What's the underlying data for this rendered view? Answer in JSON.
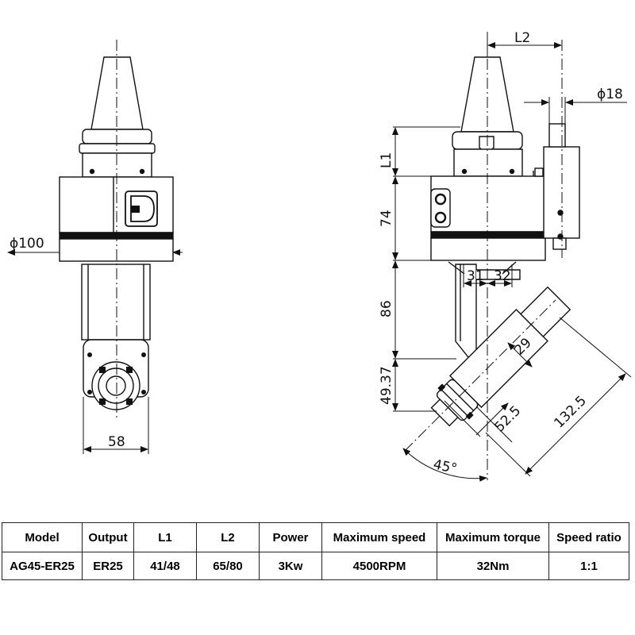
{
  "drawing": {
    "front_view": {
      "dims": {
        "diameter": "ϕ100",
        "width": "58"
      }
    },
    "side_view": {
      "dims": {
        "l2": "L2",
        "shank_diameter": "ϕ18",
        "l1": "L1",
        "height_body": "74",
        "height_neck": "86",
        "offset_nose": "49.37",
        "spacing_a": "31",
        "spacing_b": "32",
        "nose_depth": "29",
        "nose_length": "52.5",
        "overall_length": "132.5",
        "angle": "45°"
      }
    },
    "logo_letter": "D"
  },
  "spec_table": {
    "headers": [
      "Model",
      "Output",
      "L1",
      "L2",
      "Power",
      "Maximum speed",
      "Maximum torque",
      "Speed ratio"
    ],
    "rows": [
      [
        "AG45-ER25",
        "ER25",
        "41/48",
        "65/80",
        "3Kw",
        "4500RPM",
        "32Nm",
        "1:1"
      ]
    ]
  }
}
